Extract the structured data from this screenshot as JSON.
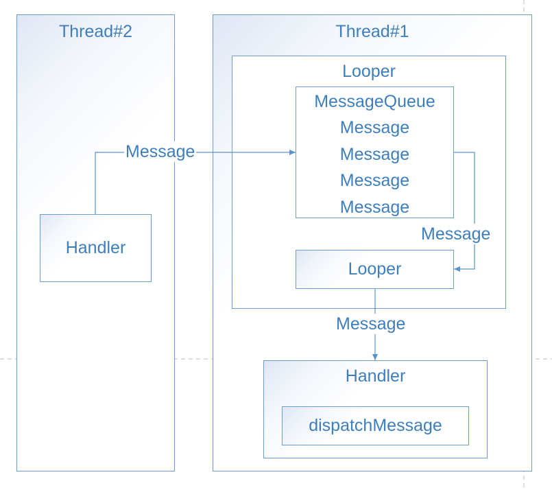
{
  "thread2": {
    "title": "Thread#2",
    "handler_label": "Handler"
  },
  "thread1": {
    "title": "Thread#1",
    "looper_container_title": "Looper",
    "message_queue": {
      "title": "MessageQueue",
      "messages": [
        "Message",
        "Message",
        "Message",
        "Message"
      ]
    },
    "looper_label": "Looper",
    "handler_title": "Handler",
    "dispatch_label": "dispatchMessage"
  },
  "edges": {
    "handler_to_queue": "Message",
    "queue_to_looper": "Message",
    "looper_to_handler": "Message"
  },
  "colors": {
    "stroke": "#5b93c9",
    "text": "#3e7ebd",
    "guide": "#bbbbbb"
  }
}
